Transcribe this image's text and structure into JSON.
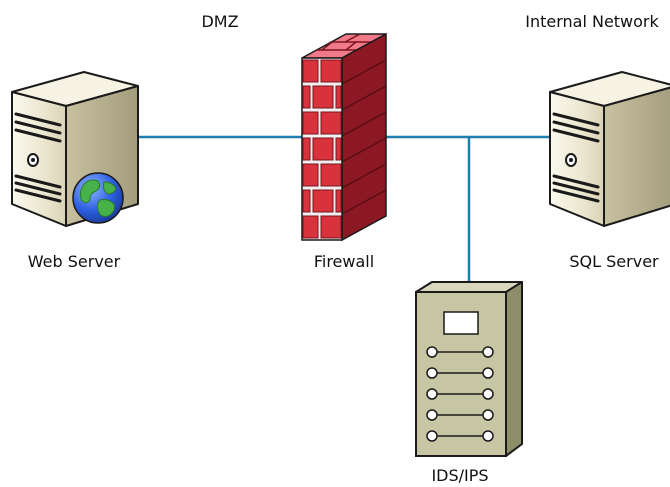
{
  "zones": {
    "dmz": "DMZ",
    "internal": "Internal Network"
  },
  "nodes": {
    "web_server": {
      "label": "Web Server",
      "icon": "server-tower-globe-icon"
    },
    "firewall": {
      "label": "Firewall",
      "icon": "brick-firewall-icon"
    },
    "sql_server": {
      "label": "SQL Server",
      "icon": "server-tower-icon"
    },
    "ids_ips": {
      "label": "IDS/IPS",
      "icon": "network-appliance-rack-icon"
    }
  },
  "links": [
    {
      "from": "web_server",
      "to": "firewall"
    },
    {
      "from": "firewall",
      "to": "sql_server"
    },
    {
      "from": "firewall",
      "to": "ids_ips"
    }
  ],
  "colors": {
    "link": "#1f7fae",
    "brick": "#d8323c",
    "brick_top": "#f07a8a",
    "brick_side": "#8c1824",
    "server_body": "#eeead6",
    "appliance_body": "#c7c6a4"
  }
}
